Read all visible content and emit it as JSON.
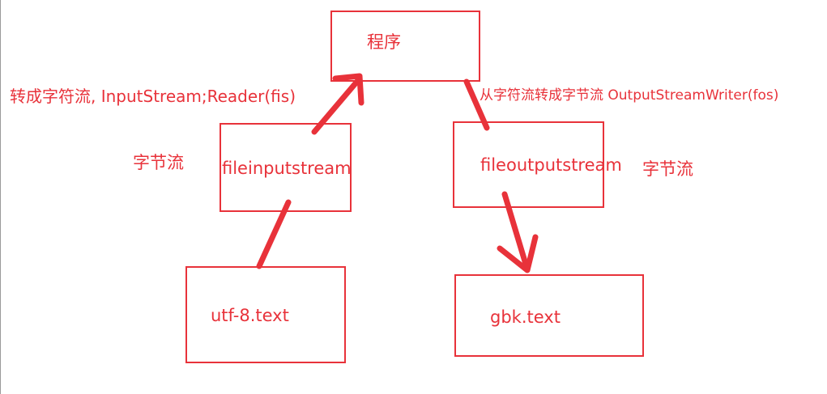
{
  "diagram": {
    "nodes": {
      "program": "程序",
      "file_input_stream": "fileinputstream",
      "file_output_stream": "fileoutputstream",
      "utf8_file": "utf-8.text",
      "gbk_file": "gbk.text"
    },
    "labels": {
      "input_conversion": "转成字符流, InputStream;Reader(fis)",
      "output_conversion": "从字符流转成字节流 OutputStreamWriter(fos)",
      "byte_stream_left": "字节流",
      "byte_stream_right": "字节流"
    }
  },
  "colors": {
    "stroke": "#e8323a",
    "text": "#e8323a",
    "background": "#ffffff"
  }
}
